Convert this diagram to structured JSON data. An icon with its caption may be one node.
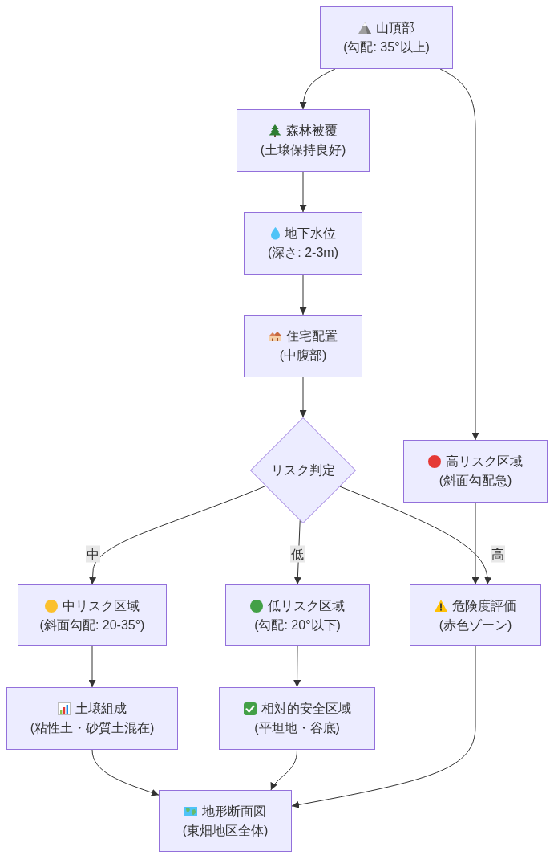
{
  "diagram": {
    "nodes": [
      {
        "text": [
          "山頂部",
          "(勾配: 35°以上)"
        ]
      },
      {
        "text": [
          "森林被覆",
          "(土壌保持良好)"
        ]
      },
      {
        "text": [
          "地下水位",
          "(深さ: 2-3m)"
        ]
      },
      {
        "text": [
          "住宅配置",
          "(中腹部)"
        ]
      },
      {
        "text": [
          "リスク判定"
        ]
      },
      {
        "text": [
          "高リスク区域",
          "(斜面勾配急)"
        ]
      },
      {
        "text": [
          "中リスク区域",
          "(斜面勾配: 20-35°)"
        ]
      },
      {
        "text": [
          "低リスク区域",
          "(勾配: 20°以下)"
        ]
      },
      {
        "text": [
          "危険度評価",
          "(赤色ゾーン)"
        ]
      },
      {
        "text": [
          "土壌組成",
          "(粘性土・砂質土混在)"
        ]
      },
      {
        "text": [
          "相対的安全区域",
          "(平坦地・谷底)"
        ]
      },
      {
        "text": [
          "地形断面図",
          "(東畑地区全体)"
        ]
      }
    ],
    "edges": [
      {
        "from": 0,
        "to": 1,
        "arrow": "to"
      },
      {
        "from": 0,
        "to": 5,
        "arrow": "to"
      },
      {
        "from": 1,
        "to": 2,
        "arrow": "to"
      },
      {
        "from": 2,
        "to": 3,
        "arrow": "to"
      },
      {
        "from": 3,
        "to": 4,
        "arrow": "to"
      },
      {
        "from": 4,
        "to": 6,
        "arrow": "to",
        "label": "中"
      },
      {
        "from": 4,
        "to": 7,
        "arrow": "to",
        "label": "低"
      },
      {
        "from": 4,
        "to": 8,
        "arrow": "to",
        "label": "高"
      },
      {
        "from": 5,
        "to": 8,
        "arrow": "to"
      },
      {
        "from": 6,
        "to": 9,
        "arrow": "to"
      },
      {
        "from": 7,
        "to": 10,
        "arrow": "to"
      },
      {
        "from": 9,
        "to": 11,
        "arrow": "to"
      },
      {
        "from": 10,
        "to": 11,
        "arrow": "to"
      },
      {
        "from": 8,
        "to": 11,
        "arrow": "to"
      }
    ]
  }
}
